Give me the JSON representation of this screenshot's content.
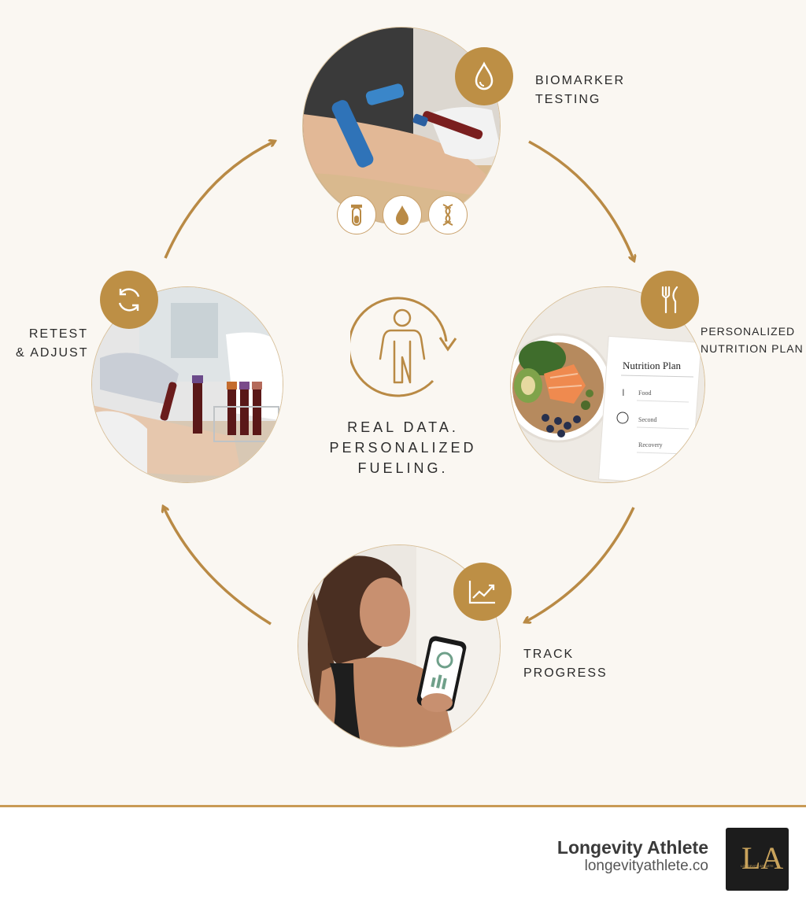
{
  "steps": {
    "biomarker": {
      "line1": "BIOMARKER",
      "line2": "TESTING",
      "icon": "droplet-icon",
      "mini_icons": [
        "test-tube-icon",
        "droplet-icon",
        "dna-icon"
      ]
    },
    "nutrition": {
      "line1": "PERSONALIZED",
      "line2": "NUTRITION PLAN",
      "icon": "fork-knife-icon"
    },
    "track": {
      "line1": "TRACK",
      "line2": "PROGRESS",
      "icon": "trend-chart-icon"
    },
    "retest": {
      "line1": "RETEST",
      "line2": "& ADJUST",
      "icon": "refresh-icon"
    }
  },
  "plan_card": {
    "title": "Nutrition Plan",
    "rows": [
      "Food",
      "Second",
      "Recovery"
    ]
  },
  "center": {
    "icon": "person-cycle-icon",
    "tagline": [
      "REAL DATA.",
      "PERSONALIZED",
      "FUELING."
    ]
  },
  "footer": {
    "brand": "Longevity Athlete",
    "url": "longevityathlete.co",
    "logo_letters": "LA",
    "logo_caption": "LONGEVITY ATHLETE"
  },
  "colors": {
    "accent": "#bd8f45",
    "background": "#faf7f2",
    "text": "#2a2a2a"
  }
}
